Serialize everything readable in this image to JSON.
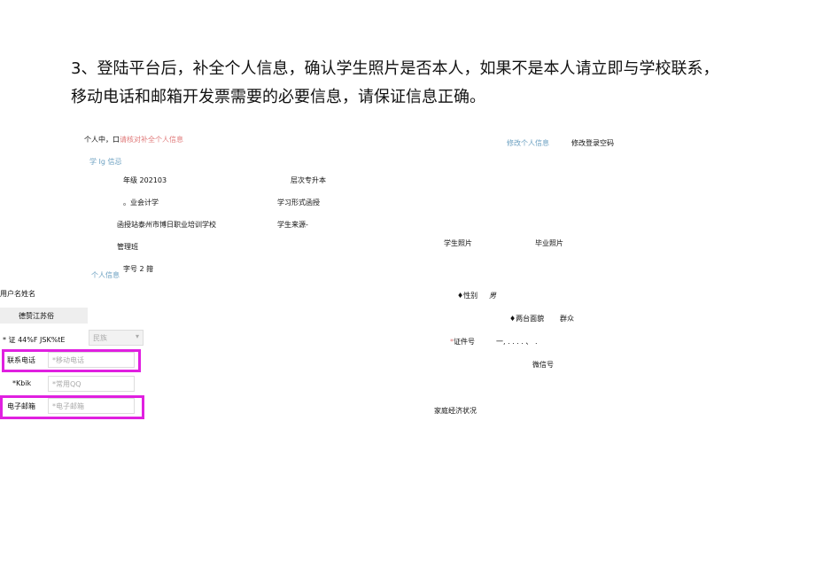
{
  "intro": {
    "line1": "3、登陆平台后，补全个人信息，确认学生照片是否本人，如果不是本人请立即与学校联系，",
    "line2": "移动电话和邮箱开发票需要的必要信息，请保证信息正确。"
  },
  "header": {
    "breadcrumb": "个人中，口",
    "notice": "请核对补全个人信息",
    "edit_info": "修改个人信息",
    "edit_password": "修改登录空码"
  },
  "student_info": {
    "title": "学 Ig 信忌",
    "grade": "年级 202103",
    "level": "层次专升本",
    "major": "。业会计学",
    "study_form": "学习形式函授",
    "station": "函授站泰州市博日职业培训学校",
    "source": "学生来源-",
    "class": "管理班",
    "student_no": "字号 2 箝"
  },
  "photos": {
    "student_photo": "学生照片",
    "grad_photo": "毕业照片"
  },
  "personal_info": {
    "title": "个人信息",
    "username_label": "用户名姓名",
    "username_value": "德赞江苏俗",
    "id_label": "* 证 44%F JSK%tE",
    "select_placeholder": "民族",
    "phone_label": "联系电话",
    "phone_placeholder": "*移动电话",
    "qq_label": "*Kbik",
    "qq_placeholder": "*常用QQ",
    "email_label": "电子邮箱",
    "email_placeholder": "*电子邮箱",
    "gender_label": "♦性别",
    "gender_value": "男",
    "politics_label": "♦两台面貌",
    "politics_value": "群众",
    "idno_label": "证件号",
    "idno_value": "一, . . . . 、 .",
    "wechat_label": "微信号",
    "family_label": "家庭经济状况"
  },
  "colors": {
    "highlight": "#e020e0",
    "link": "#6a9fc0",
    "notice": "#e07a7a"
  }
}
